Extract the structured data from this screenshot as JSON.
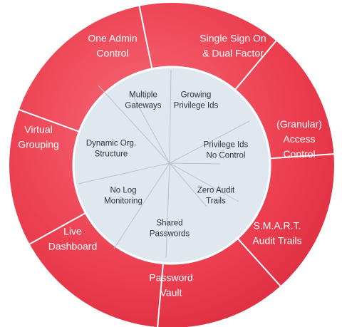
{
  "colors": {
    "outer_ring": "#ec3f50",
    "outer_ring_light": "#f25d6b",
    "inner_circle": "#dfe7ef",
    "inner_divider": "#b9c2cc",
    "segment_divider": "#ffffff",
    "outer_text": "#ffffff",
    "inner_text": "#2b3340"
  },
  "outer_segments": [
    {
      "lines": [
        "One Admin",
        "Control"
      ]
    },
    {
      "lines": [
        "Single Sign On",
        "& Dual Factor"
      ]
    },
    {
      "lines": [
        "(Granular)",
        "Access",
        "Control"
      ]
    },
    {
      "lines": [
        "S.M.A.R.T.",
        "Audit Trails"
      ]
    },
    {
      "lines": [
        "Password",
        "Vault"
      ]
    },
    {
      "lines": [
        "Live",
        "Dashboard"
      ]
    },
    {
      "lines": [
        "Virtual",
        "Grouping"
      ]
    }
  ],
  "inner_segments": [
    {
      "lines": [
        "Multiple",
        "Gateways"
      ]
    },
    {
      "lines": [
        "Growing",
        "Privilege Ids"
      ]
    },
    {
      "lines": [
        "Privilege Ids",
        "No Control"
      ]
    },
    {
      "lines": [
        "Zero Audit",
        "Trails"
      ]
    },
    {
      "lines": [
        "Shared",
        "Passwords"
      ]
    },
    {
      "lines": [
        "No Log",
        "Monitoring"
      ]
    },
    {
      "lines": [
        "Dynamic Org.",
        "Structure"
      ]
    }
  ]
}
